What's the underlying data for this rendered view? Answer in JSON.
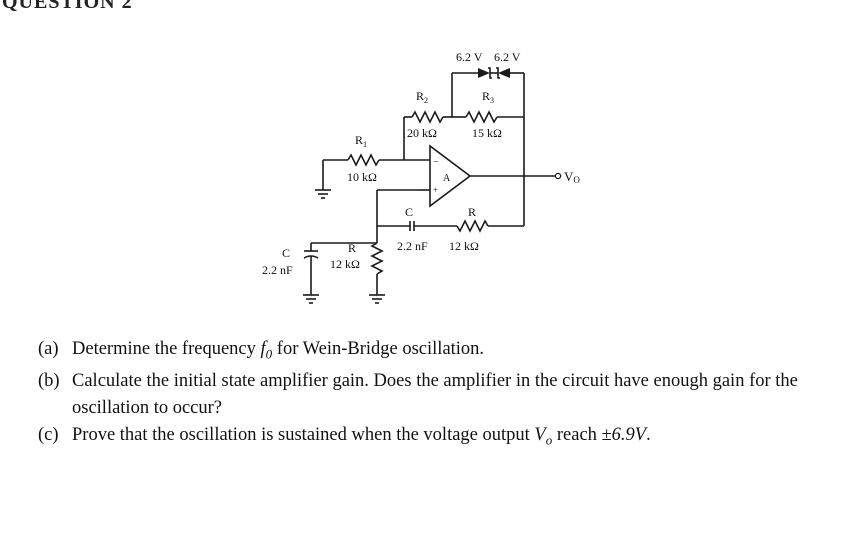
{
  "header": "QUESTION 2",
  "circuit": {
    "zener1_label": "6.2 V",
    "zener2_label": "6.2 V",
    "r1_name": "R",
    "r1_sub": "1",
    "r1_value": "10 kΩ",
    "r2_name": "R",
    "r2_sub": "2",
    "r2_value": "20 kΩ",
    "r3_name": "R",
    "r3_sub": "3",
    "r3_value": "15 kΩ",
    "opamp_label": "A",
    "opamp_minus": "−",
    "opamp_plus": "+",
    "output_label": "V",
    "output_sub": "O",
    "series_c_name": "C",
    "series_c_value": "2.2 nF",
    "series_r_name": "R",
    "series_r_value": "12 kΩ",
    "shunt_c_name": "C",
    "shunt_c_value": "2.2 nF",
    "shunt_r_name": "R",
    "shunt_r_value": "12 kΩ"
  },
  "questions": [
    {
      "label": "(a)",
      "pre": "Determine the frequency ",
      "math": "f",
      "math_sub": "0",
      "post": " for Wein-Bridge oscillation."
    },
    {
      "label": "(b)",
      "text": "Calculate the initial state amplifier gain. Does the amplifier in the circuit have enough gain for the oscillation to occur?"
    },
    {
      "label": "(c)",
      "pre": "Prove that the oscillation is sustained when the voltage output ",
      "math": "V",
      "math_sub": "o",
      "post_math": " reach ",
      "value": "±6.9V",
      "post": "."
    }
  ]
}
